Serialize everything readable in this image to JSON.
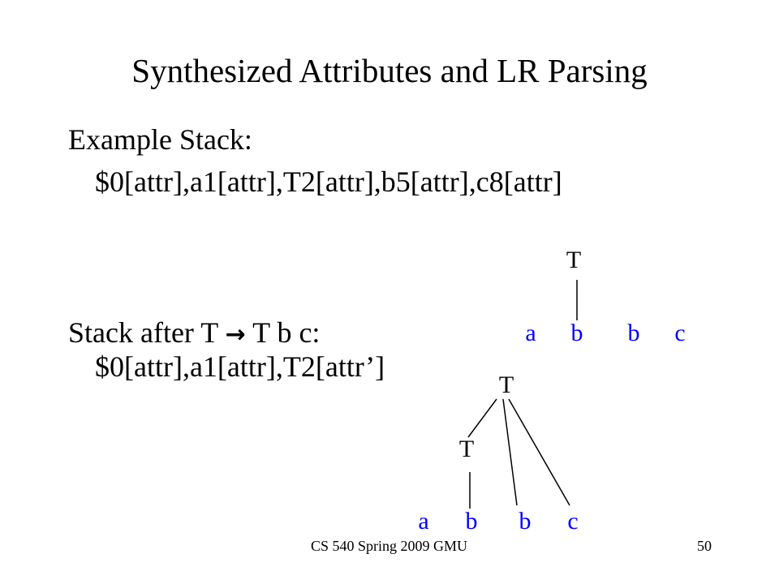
{
  "slide": {
    "title": "Synthesized Attributes and LR Parsing",
    "example_stack_label": "Example Stack:",
    "example_stack_value": "$0[attr],a1[attr],T2[attr],b5[attr],c8[attr]",
    "stack_after_prefix": "Stack after T ",
    "stack_after_arrow": "→",
    "stack_after_suffix": " T b c:",
    "stack_after_value": "$0[attr],a1[attr],T2[attr’]"
  },
  "tree_before": {
    "root": "T",
    "leaves": [
      "a",
      "b",
      "b",
      "c"
    ]
  },
  "tree_after": {
    "root": "T",
    "child": "T",
    "leaves": [
      "a",
      "b",
      "b",
      "c"
    ]
  },
  "footer": {
    "course": "CS 540 Spring 2009 GMU",
    "page_number": "50"
  },
  "colors": {
    "text": "#000000",
    "leaf": "#0000ff",
    "background": "#ffffff"
  }
}
